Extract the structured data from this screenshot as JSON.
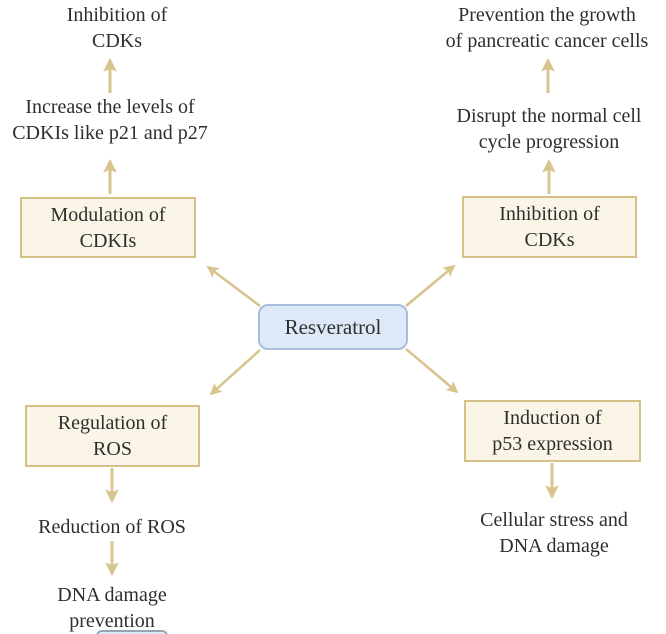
{
  "diagram": {
    "title_implicit": "Resveratrol effects diagram",
    "center": {
      "label": "Resveratrol"
    },
    "branches": {
      "top_left": {
        "box_label": "Modulation of\nCDKIs",
        "effect1": "Increase the levels of\nCDKIs like p21 and p27",
        "effect2": "Inhibition of\nCDKs"
      },
      "top_right": {
        "box_label": "Inhibition of\nCDKs",
        "effect1": "Disrupt the normal cell\ncycle progression",
        "effect2": "Prevention the growth\nof pancreatic cancer cells"
      },
      "bottom_left": {
        "box_label": "Regulation of\nROS",
        "effect1": "Reduction of ROS",
        "effect2": "DNA damage\nprevention"
      },
      "bottom_right": {
        "box_label": "Induction of\np53 expression",
        "effect1": "Cellular stress and\nDNA damage"
      }
    },
    "colors": {
      "background": "#ffffff",
      "tan_box_fill": "#faf5e6",
      "tan_box_border": "#d5c088",
      "arrow": "#d8c48e",
      "center_box_fill": "#dde9f8",
      "center_box_border": "#a6bddc",
      "text": "#2e2e2e"
    }
  }
}
